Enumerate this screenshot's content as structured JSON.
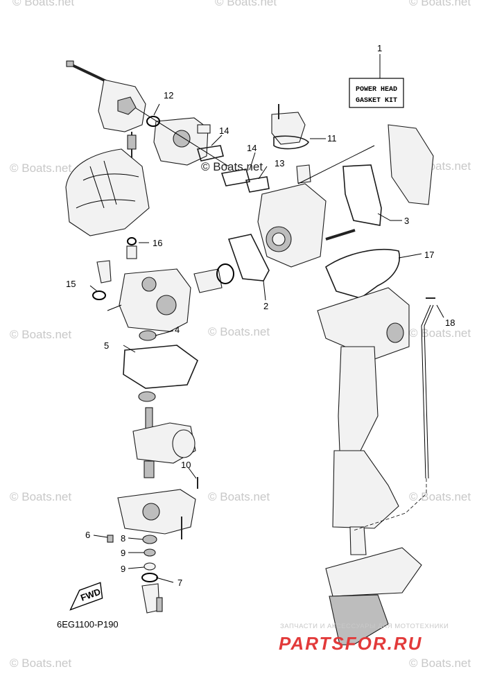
{
  "diagram": {
    "kit_box": {
      "line1": "POWER HEAD",
      "line2": "GASKET KIT"
    },
    "part_code": "6EG1100-P190",
    "fwd_label": "FWD",
    "center_watermark": "© Boats.net",
    "watermark_text": "© Boats.net",
    "callouts": {
      "c1": "1",
      "c2": "2",
      "c3": "3",
      "c4": "4",
      "c5": "5",
      "c6": "6",
      "c7": "7",
      "c8": "8",
      "c9a": "9",
      "c9b": "9",
      "c10": "10",
      "c11": "11",
      "c12": "12",
      "c13": "13",
      "c14a": "14",
      "c14b": "14",
      "c15": "15",
      "c16": "16",
      "c17": "17",
      "c18": "18"
    },
    "vendor": {
      "tagline": "ЗАПЧАСТИ И АКСЕССУАРЫ ДЛЯ МОТОТЕХНИКИ",
      "logo": "PARTSFOR.RU"
    },
    "colors": {
      "watermark": "#c8c8c8",
      "vendor_red": "#e23a3a",
      "ink": "#000000"
    }
  }
}
